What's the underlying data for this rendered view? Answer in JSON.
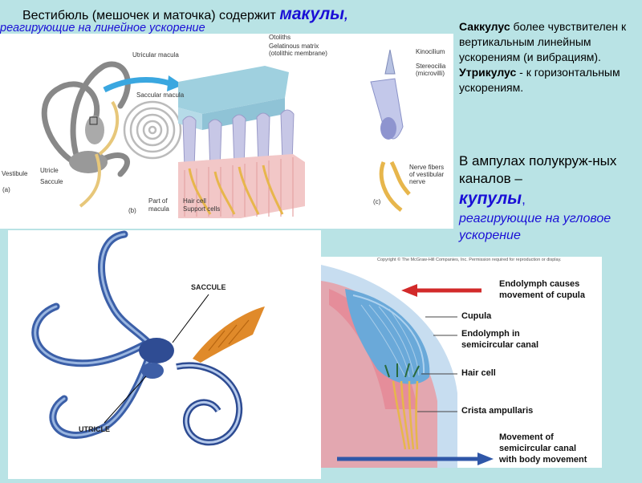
{
  "title": {
    "prefix": "Вестибюль (мешочек и маточка) содержит",
    "accent": "макулы",
    "suffix": ",",
    "subtitle": "реагирующие на линейное ускорение"
  },
  "side": {
    "saccule_term": "Саккулус",
    "saccule_text": "более чувствителен к вертикальным линейным ускорениям (и вибрациям).",
    "utricle_term": "Утрикулус",
    "utricle_text": "- к горизонтальным ускорениям.",
    "ampulla_text": "В ампулах полукруж-ных каналов –",
    "accent": "купулы",
    "accent_suffix": ",",
    "ampulla_sub": "реагирующие на угловое ускорение"
  },
  "figure_a": {
    "labels": {
      "utricular_macula": "Utricular macula",
      "saccular_macula": "Saccular macula",
      "vestibule": "Vestibule",
      "utricle": "Utricle",
      "saccule": "Saccule",
      "panel_a": "(a)",
      "panel_b": "(b)",
      "panel_c": "(c)",
      "otoliths": "Otoliths",
      "gelatinous": "Gelatinous matrix",
      "otolithic": "(otolithic membrane)",
      "part_of": "Part of",
      "macula": "macula",
      "hair_cell": "Hair cell",
      "support_cells": "Support cells",
      "kinocilium": "Kinocilium",
      "stereocilia": "Stereocilia",
      "microvilli": "(microvilli)",
      "nerve_fibers": "Nerve fibers",
      "of_vestibular": "of vestibular",
      "nerve": "nerve"
    }
  },
  "figure_b": {
    "labels": {
      "saccule": "SACCULE",
      "utricle": "UTRICLE"
    }
  },
  "figure_c": {
    "copyright": "Copyright © The McGraw-Hill Companies, Inc. Permission required for reproduction or display.",
    "labels": {
      "endolymph_causes": "Endolymph causes",
      "movement_cupula": "movement of cupula",
      "cupula": "Cupula",
      "endolymph_in": "Endolymph in",
      "semicircular_canal": "semicircular canal",
      "hair_cell": "Hair cell",
      "crista": "Crista ampullaris",
      "movement_of": "Movement of",
      "semicircular_canal2": "semicircular canal",
      "with_body": "with body movement"
    }
  },
  "colors": {
    "background": "#b9e3e5",
    "accent_text": "#1a0fd6",
    "arrow_blue": "#3aa7e0",
    "arrow_red": "#d22a2a"
  }
}
